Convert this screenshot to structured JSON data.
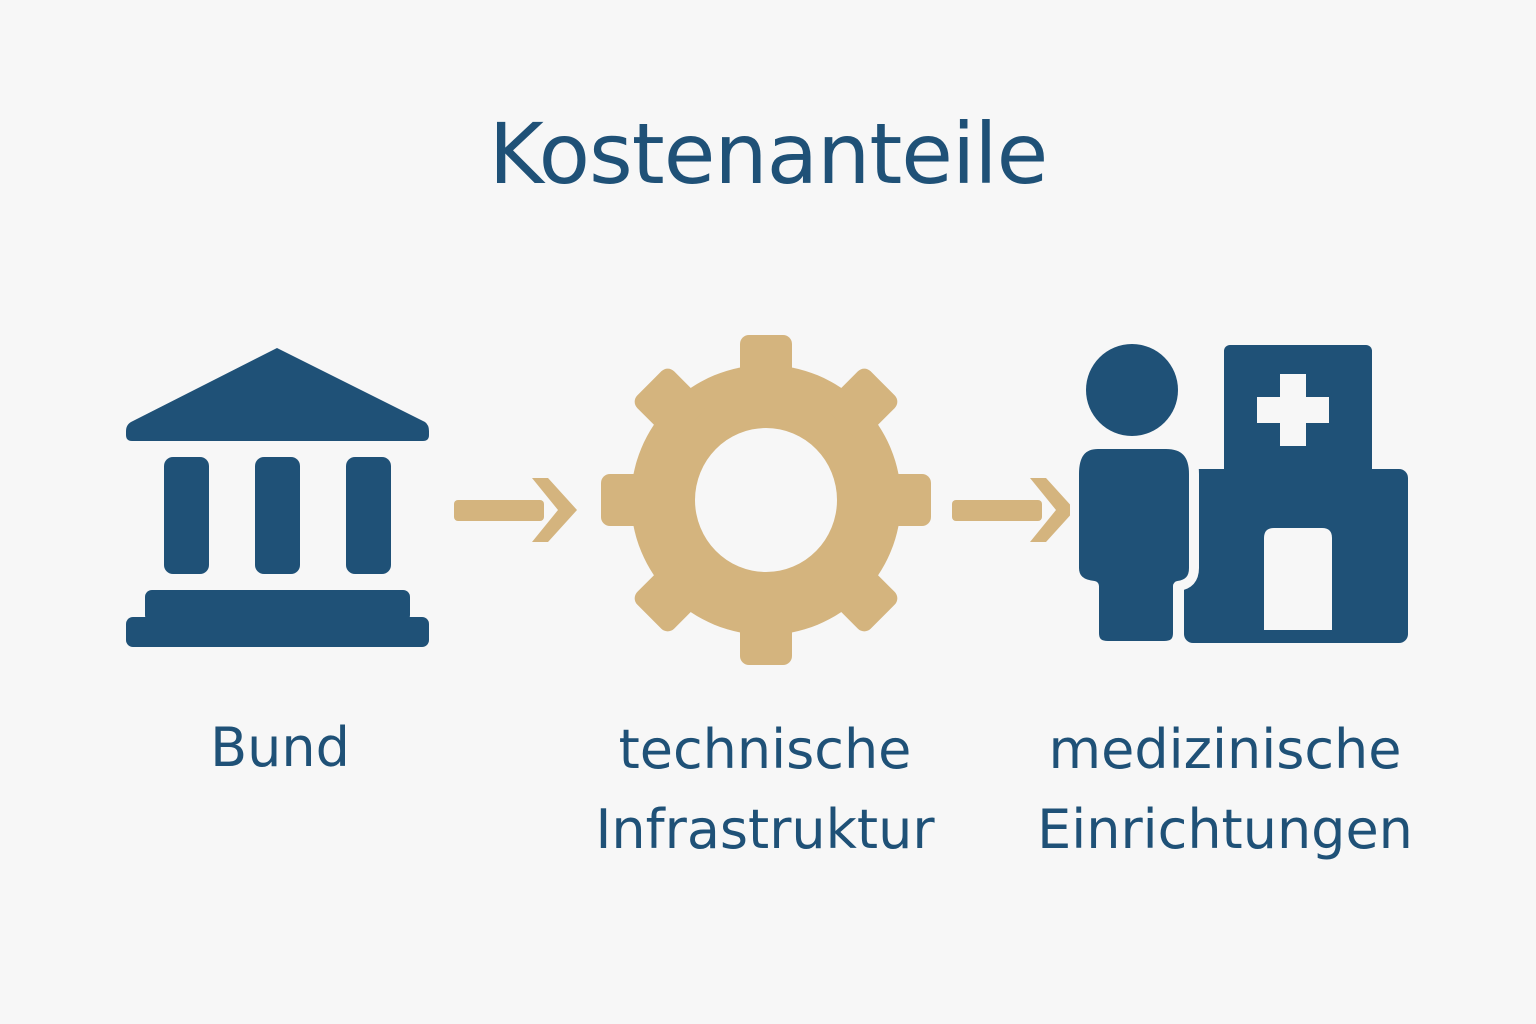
{
  "title": "Kostenanteile",
  "colors": {
    "primary": "#1f5177",
    "accent": "#d4b47e",
    "background": "#f7f7f7"
  },
  "nodes": [
    {
      "icon": "bank-building-icon",
      "label_lines": [
        "Bund"
      ]
    },
    {
      "icon": "gear-icon",
      "label_lines": [
        "technische",
        "Infrastruktur"
      ]
    },
    {
      "icon": "person-hospital-icon",
      "label_lines": [
        "medizinische",
        "Einrichtungen"
      ]
    }
  ],
  "edges": [
    {
      "from": 0,
      "to": 1,
      "icon": "arrow-right-icon"
    },
    {
      "from": 1,
      "to": 2,
      "icon": "arrow-right-icon"
    }
  ]
}
